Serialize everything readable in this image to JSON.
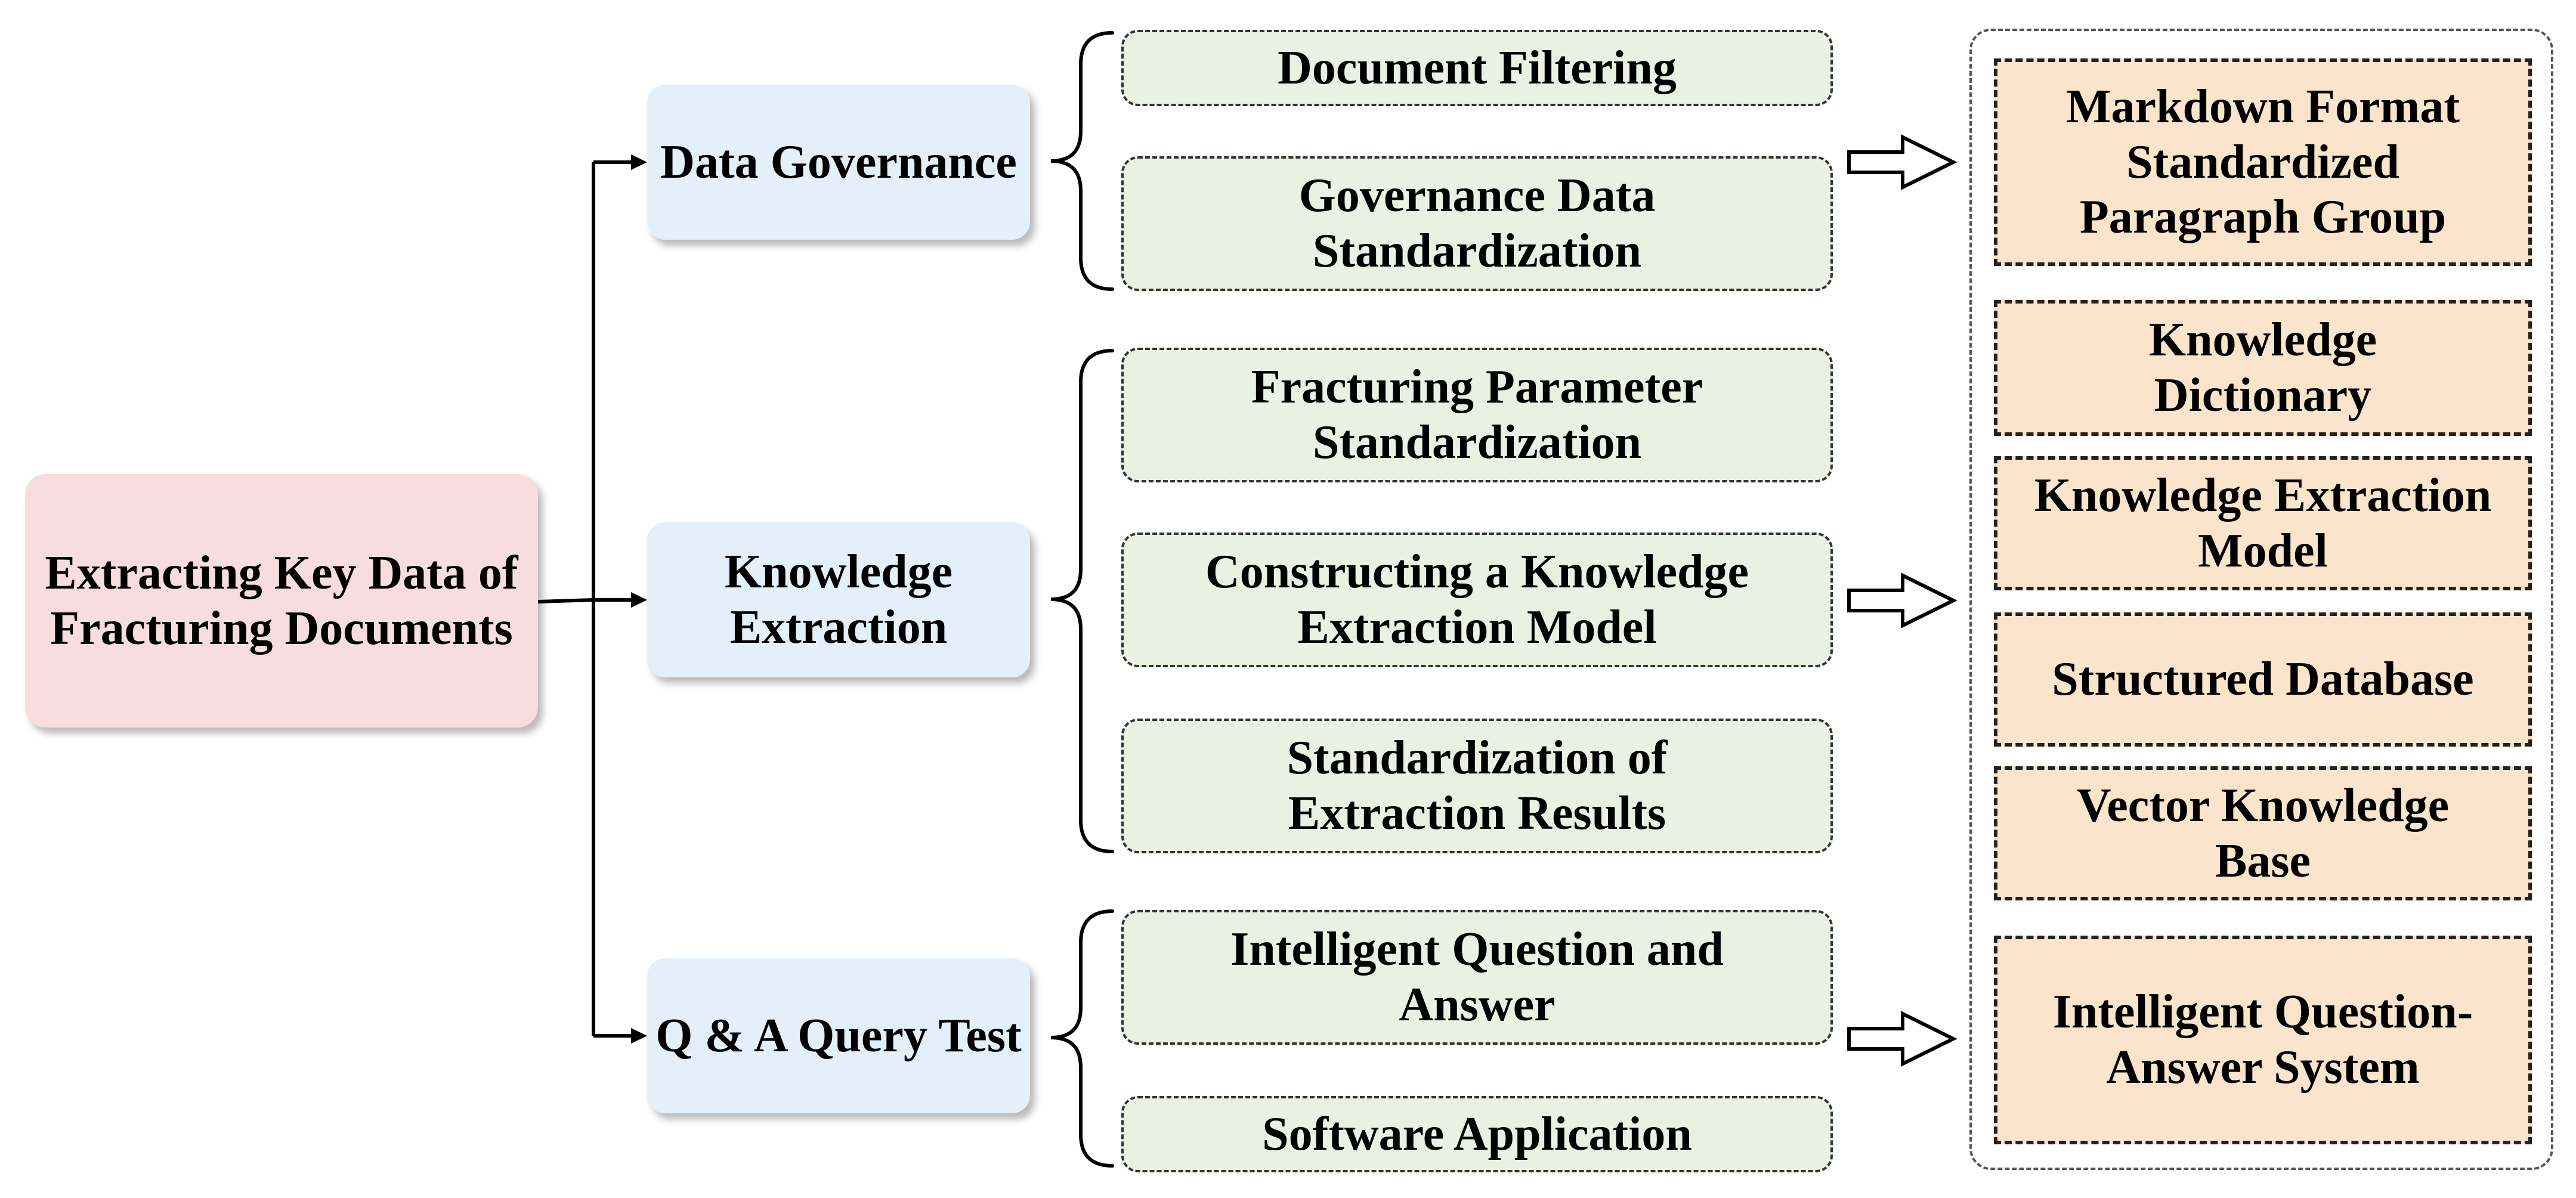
{
  "root": {
    "label": "Extracting Key Data of Fracturing Documents"
  },
  "categories": [
    {
      "label": "Data Governance"
    },
    {
      "label": "Knowledge Extraction"
    },
    {
      "label": "Q & A Query Test"
    }
  ],
  "steps": [
    {
      "label": "Document Filtering"
    },
    {
      "label": "Governance Data Standardization"
    },
    {
      "label": "Fracturing Parameter Standardization"
    },
    {
      "label": "Constructing a Knowledge Extraction Model"
    },
    {
      "label": "Standardization of Extraction Results"
    },
    {
      "label": "Intelligent Question and Answer"
    },
    {
      "label": "Software Application"
    }
  ],
  "results": [
    {
      "label": "Markdown Format Standardized Paragraph Group"
    },
    {
      "label": "Knowledge Dictionary"
    },
    {
      "label": "Knowledge Extraction Model"
    },
    {
      "label": "Structured Database"
    },
    {
      "label": "Vector Knowledge Base"
    },
    {
      "label": "Intelligent Question-Answer System"
    }
  ]
}
